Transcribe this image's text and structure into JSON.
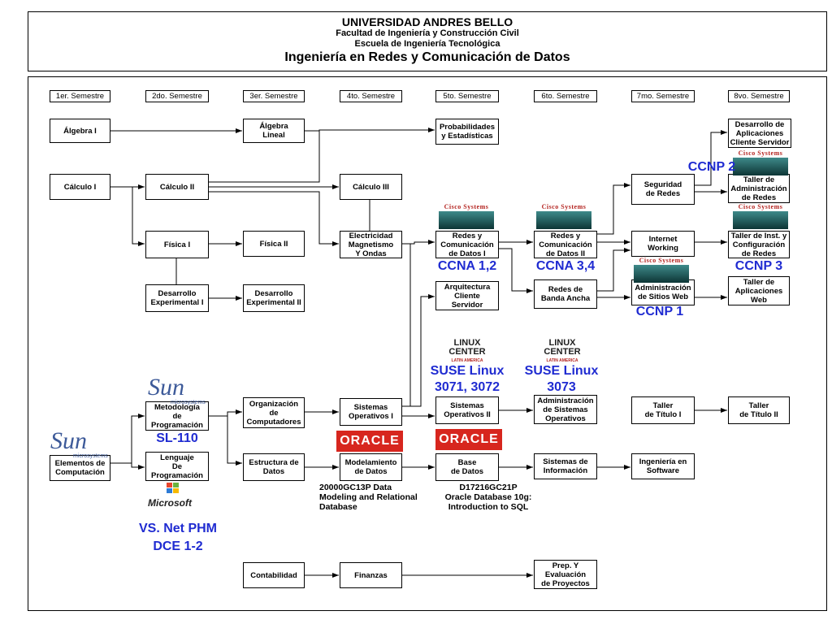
{
  "header": {
    "university": "UNIVERSIDAD ANDRES BELLO",
    "faculty": "Facultad de Ingeniería y Construcción Civil",
    "school": "Escuela de Ingeniería Tecnológica",
    "program": "Ingeniería en Redes y Comunicación de Datos"
  },
  "semesters": [
    "1er. Semestre",
    "2do. Semestre",
    "3er. Semestre",
    "4to. Semestre",
    "5to. Semestre",
    "6to. Semestre",
    "7mo. Semestre",
    "8vo. Semestre"
  ],
  "courses": {
    "algebra1": "Álgebra I",
    "algebra_lineal": "Álgebra\nLineal",
    "probabilidades": "Probabilidades\ny Estadísticas",
    "des_app_cliente": "Desarrollo de\nAplicaciones\nCliente Servidor",
    "calculo1": "Cálculo I",
    "calculo2": "Cálculo II",
    "calculo3": "Cálculo III",
    "seguridad": "Seguridad\nde Redes",
    "taller_admin_redes": "Taller de\nAdministración\nde Redes",
    "redes1": "Redes y\nComunicación\nde Datos I",
    "redes2": "Redes y\nComunicación\nde Datos II",
    "fisica1": "Física I",
    "fisica2": "Física II",
    "electricidad": "Electricidad\nMagnetismo\nY Ondas",
    "internet_working": "Internet\nWorking",
    "taller_inst_config": "Taller de Inst. y\nConfiguración\nde Redes",
    "des_exp1": "Desarrollo\nExperimental I",
    "des_exp2": "Desarrollo\nExperimental II",
    "arq_cliente_servidor": "Arquitectura\nCliente\nServidor",
    "redes_banda_ancha": "Redes de\nBanda Ancha",
    "admin_sitios_web": "Administración\nde Sitios Web",
    "taller_app_web": "Taller de\nAplicaciones\nWeb",
    "metodologia": "Metodología\nde\nProgramación",
    "org_computadores": "Organización\nde\nComputadores",
    "sist_op1": "Sistemas\nOperativos I",
    "sist_op2": "Sistemas\nOperativos II",
    "admin_sistemas_op": "Administración\nde Sistemas\nOperativos",
    "taller_titulo1": "Taller\nde Título I",
    "taller_titulo2": "Taller\nde Título II",
    "elementos_comp": "Elementos de\nComputación",
    "lenguaje_prog": "Lenguaje\nDe\nProgramación",
    "estructura_datos": "Estructura de\nDatos",
    "modelamiento_datos": "Modelamiento\nde Datos",
    "base_datos": "Base\nde Datos",
    "sistemas_info": "Sistemas de\nInformación",
    "ing_software": "Ingeniería en\nSoftware",
    "contabilidad": "Contabilidad",
    "finanzas": "Finanzas",
    "prep_eval": "Prep. Y\nEvaluación\nde Proyectos"
  },
  "certifications": {
    "ccna12": "CCNA 1,2",
    "ccna34": "CCNA 3,4",
    "ccnp1": "CCNP 1",
    "ccnp2": "CCNP 2",
    "ccnp3": "CCNP 3",
    "suse1": "SUSE Linux\n3071, 3072",
    "suse2": "SUSE Linux\n3073",
    "sl110": "SL-110",
    "vsnet": "VS. Net PHM\nDCE 1-2",
    "oracle1": "20000GC13P Data\nModeling and Relational\nDatabase",
    "oracle2": "D17216GC21P\nOracle Database 10g:\nIntroduction to SQL"
  },
  "logos": {
    "cisco": "Cisco Systems",
    "oracle": "ORACLE",
    "sun": "Sun",
    "sun_sub": "microsystems",
    "linux": "LINUX\nCENTER",
    "linux_sub": "LATIN AMERICA",
    "microsoft": "Microsoft"
  },
  "colors": {
    "cert_blue": "#1f2bd1",
    "oracle_red": "#d7261e",
    "cisco_red": "#b3231f"
  }
}
